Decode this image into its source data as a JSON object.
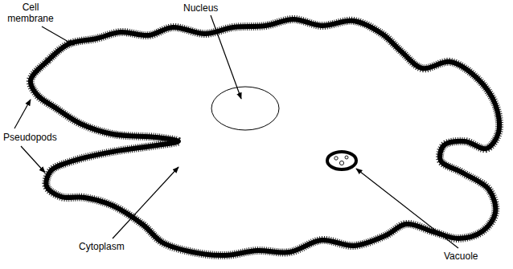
{
  "diagram": {
    "labels": [
      "Cell membrane",
      "Nucleus",
      "Pseudopods",
      "Cytoplasm",
      "Vacuole"
    ]
  }
}
